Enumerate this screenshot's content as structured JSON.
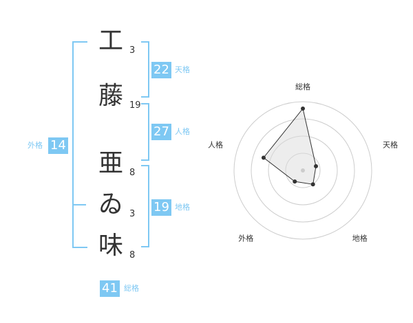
{
  "name_chars": [
    {
      "char": "工",
      "strokes": "3"
    },
    {
      "char": "藤",
      "strokes": "19"
    },
    {
      "char": "亜",
      "strokes": "8"
    },
    {
      "char": "ゐ",
      "strokes": "3"
    },
    {
      "char": "味",
      "strokes": "8"
    }
  ],
  "scores": {
    "tenkaku": {
      "value": "22",
      "label": "天格"
    },
    "jinkaku": {
      "value": "27",
      "label": "人格"
    },
    "chikaku": {
      "value": "19",
      "label": "地格"
    },
    "gaikaku": {
      "value": "14",
      "label": "外格"
    },
    "soukaku": {
      "value": "41",
      "label": "総格"
    }
  },
  "accent_color": "#7ec8f3",
  "chart_data": {
    "type": "radar",
    "axes": [
      "総格",
      "天格",
      "地格",
      "外格",
      "人格"
    ],
    "rings": 4,
    "values": [
      0.9,
      0.2,
      0.25,
      0.2,
      0.6
    ],
    "range": [
      0,
      1
    ]
  }
}
